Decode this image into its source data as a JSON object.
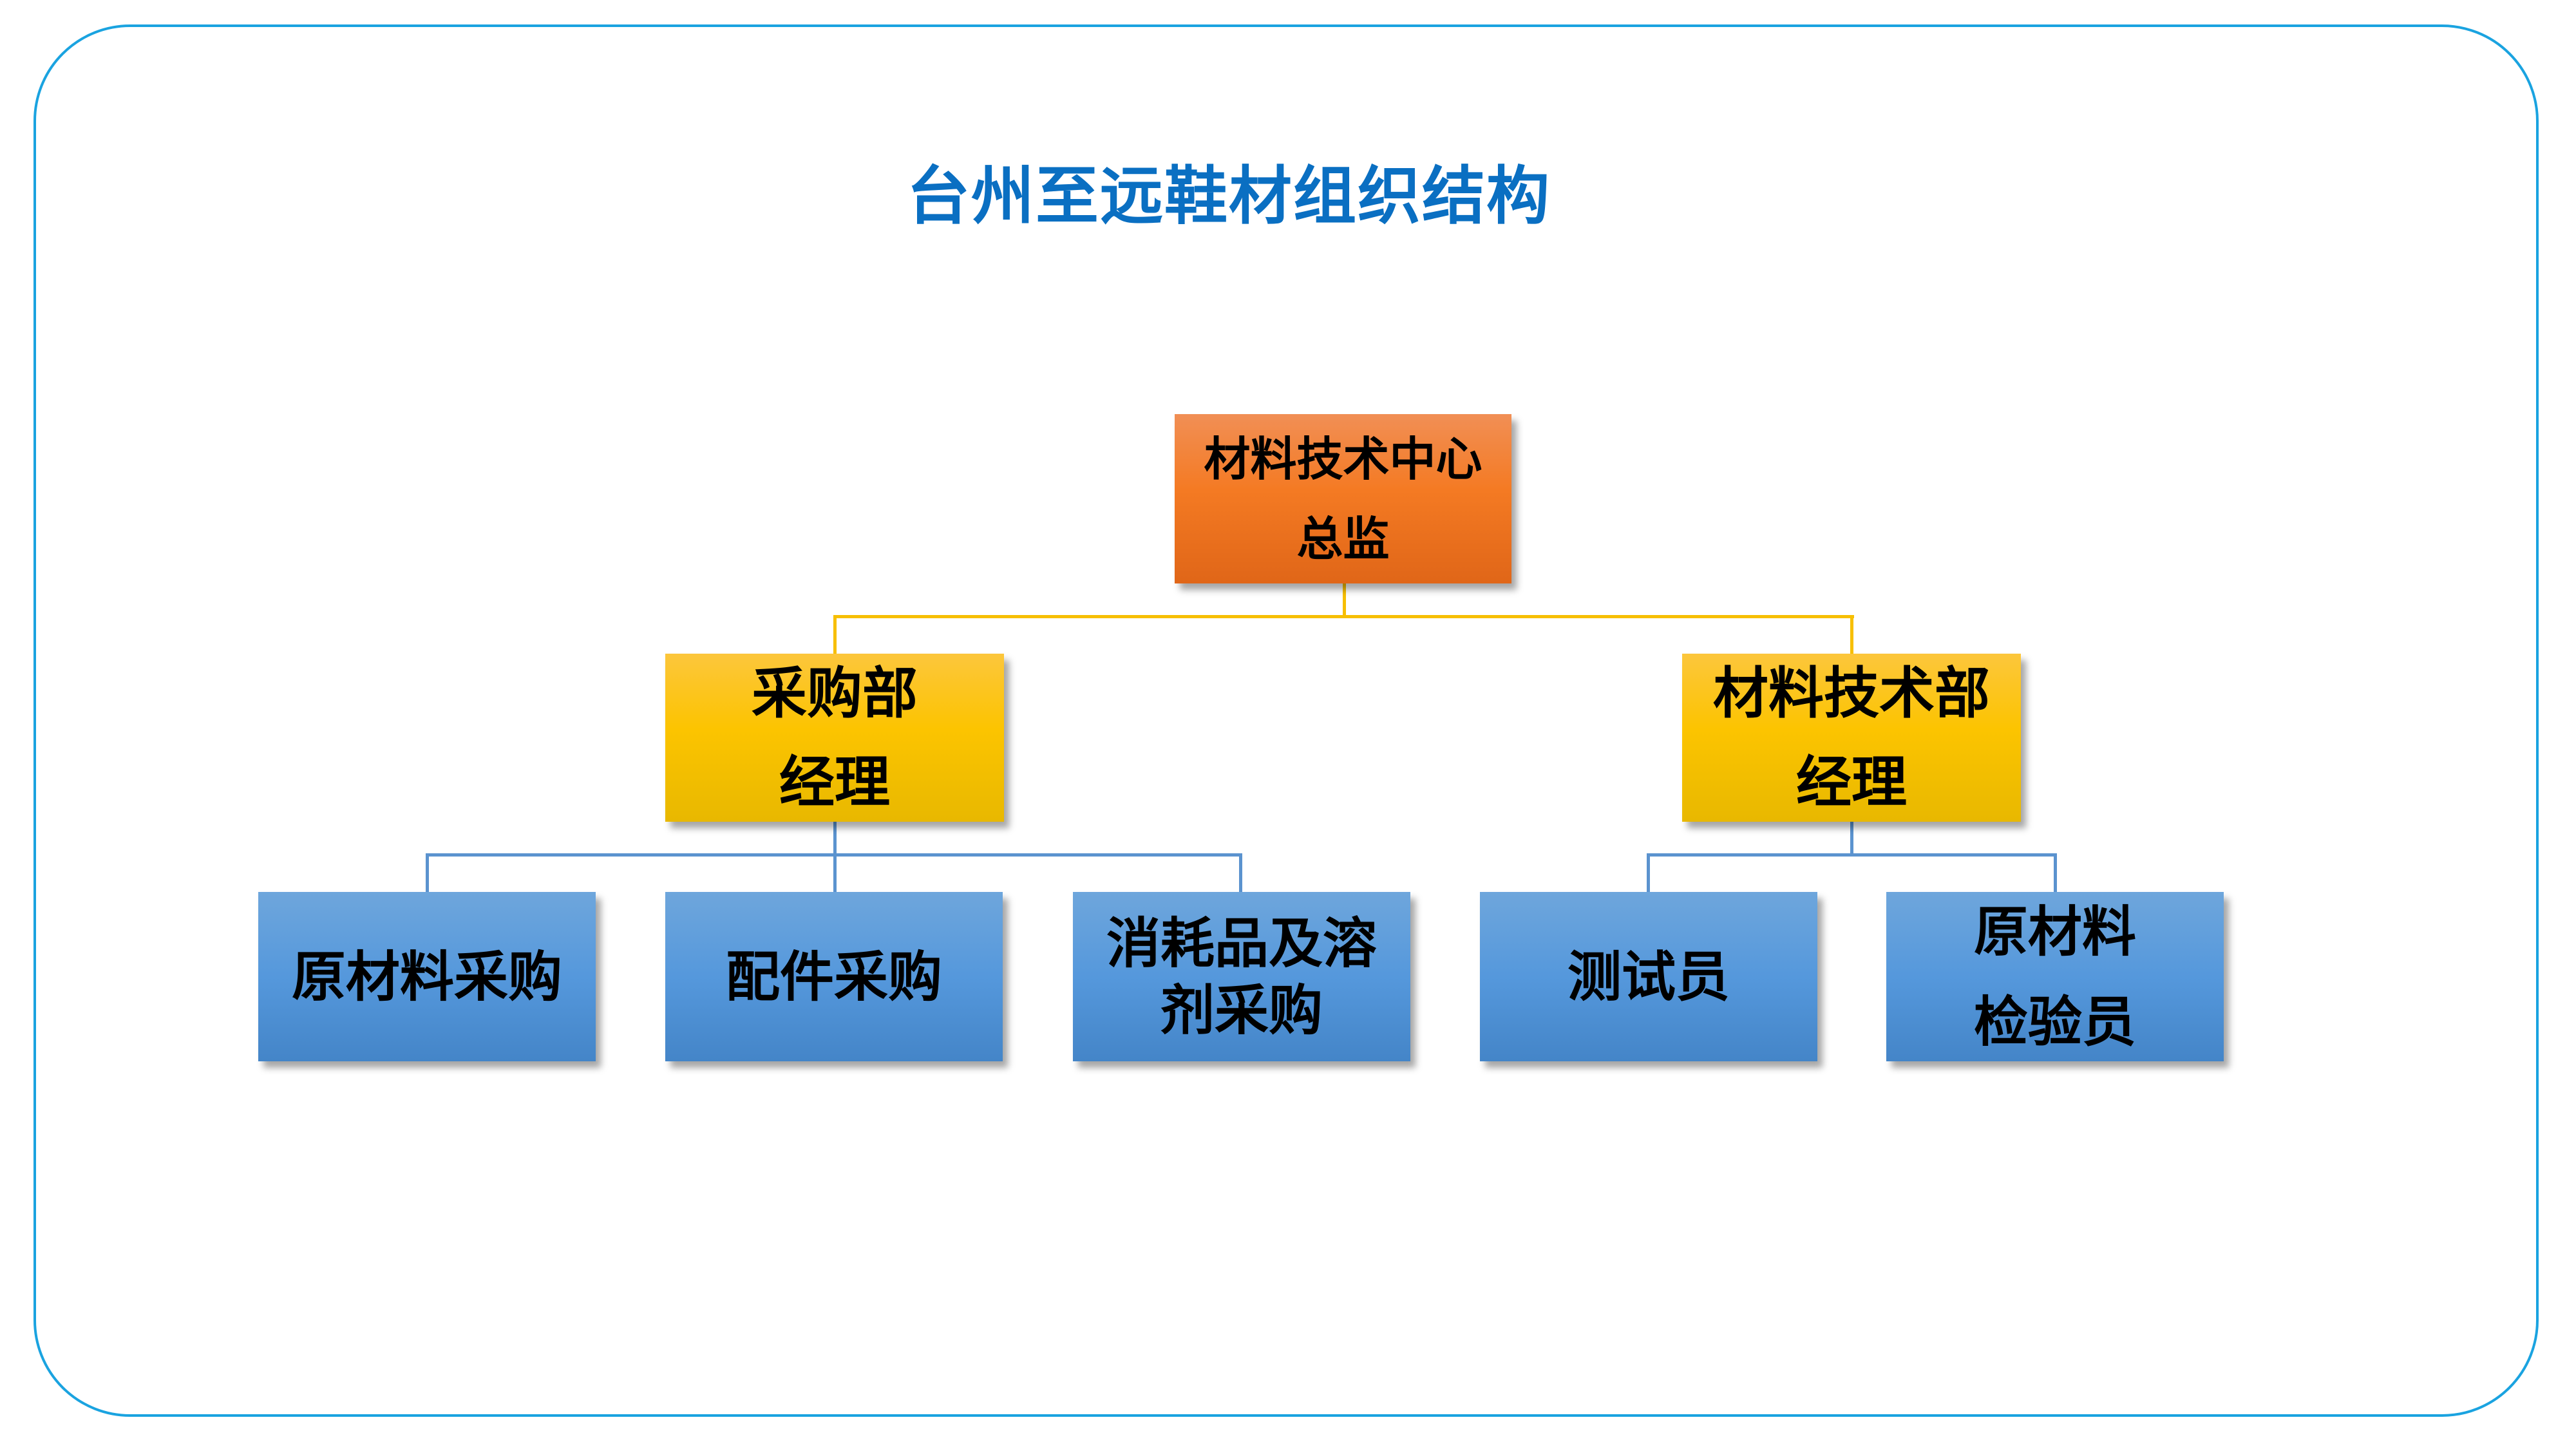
{
  "title": "台州至远鞋材组织结构",
  "colors": {
    "border": "#1aa3e0",
    "title": "#0a6fc2",
    "top": "#f47a23",
    "manager": "#fcc400",
    "staff": "#5598dc"
  },
  "top": {
    "line1": "材料技术中心",
    "line2": "总监"
  },
  "managers": [
    {
      "line1": "采购部",
      "line2": "经理"
    },
    {
      "line1": "材料技术部",
      "line2": "经理"
    }
  ],
  "staff": [
    {
      "line1": "原材料采购",
      "line2": ""
    },
    {
      "line1": "配件采购",
      "line2": ""
    },
    {
      "line1": "消耗品及溶",
      "line2": "剂采购"
    },
    {
      "line1": "测试员",
      "line2": ""
    },
    {
      "line1": "原材料",
      "line2": "检验员"
    }
  ]
}
